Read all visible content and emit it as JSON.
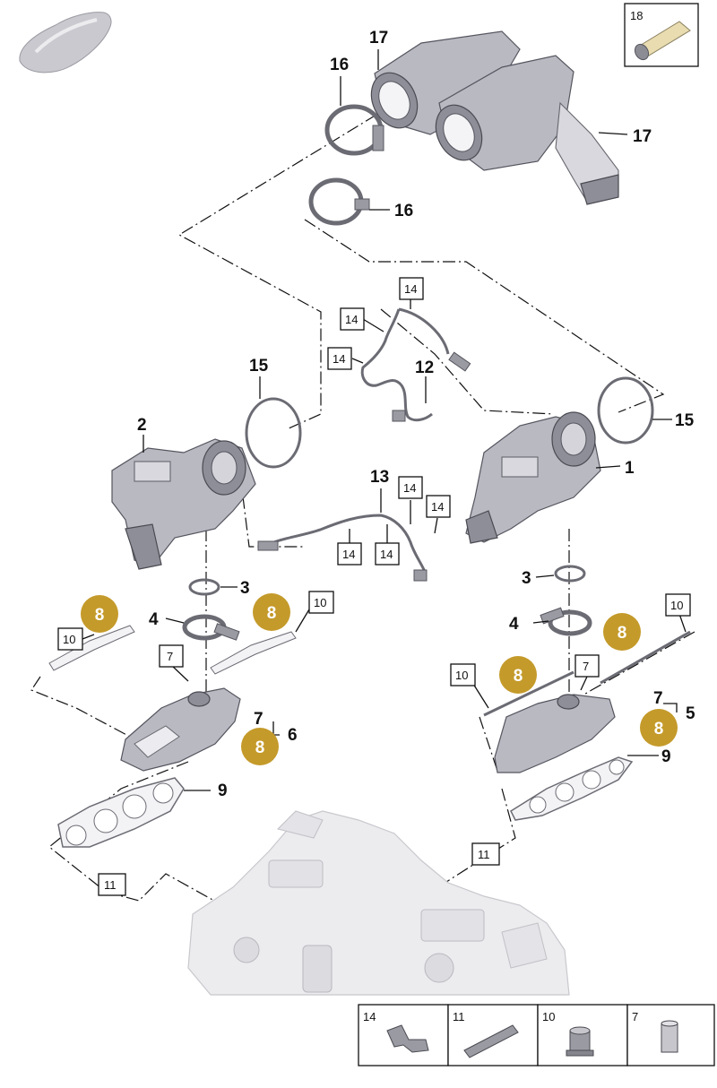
{
  "callouts": {
    "c1": "1",
    "c2": "2",
    "c3a": "3",
    "c3b": "3",
    "c4a": "4",
    "c4b": "4",
    "c5": "5",
    "c6": "6",
    "c7a": "7",
    "c7b": "7",
    "c9a": "9",
    "c9b": "9",
    "c12": "12",
    "c13": "13",
    "c15a": "15",
    "c15b": "15",
    "c16a": "16",
    "c16b": "16",
    "c17a": "17",
    "c17b": "17"
  },
  "boxed": {
    "b10a": "10",
    "b10b": "10",
    "b10c": "10",
    "b10d": "10",
    "b7a": "7",
    "b7b": "7",
    "b11a": "11",
    "b11b": "11",
    "b14a": "14",
    "b14b": "14",
    "b14c": "14",
    "b14d": "14",
    "b14e": "14",
    "b14f": "14",
    "b14g": "14",
    "b18": "18"
  },
  "gold_markers": {
    "g1": "8",
    "g2": "8",
    "g3": "8",
    "g4": "8",
    "g5": "8",
    "g6": "8"
  },
  "legend": [
    "14",
    "11",
    "10",
    "7"
  ],
  "colors": {
    "marker": "#c49a2a",
    "line": "#111111",
    "part": "#b9b9c2",
    "engine": "#ececef"
  }
}
